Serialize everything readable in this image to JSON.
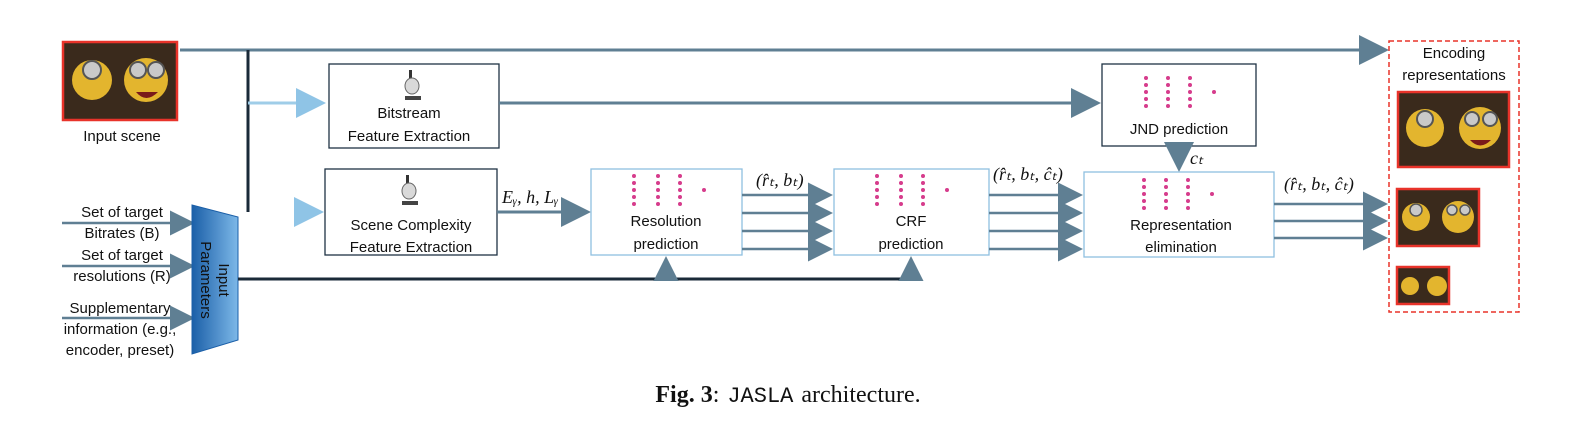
{
  "input_scene": {
    "label": "Input scene"
  },
  "inputs": {
    "bitrates": [
      "Set of target",
      "Bitrates (B)"
    ],
    "resolutions": [
      "Set of target",
      "resolutions (R)"
    ],
    "supplementary": [
      "Supplementary",
      "information (e.g.,",
      "encoder, preset)"
    ],
    "parameters_block": [
      "Input",
      "Parameters"
    ]
  },
  "blocks": {
    "bitstream": [
      "Bitstream",
      "Feature Extraction"
    ],
    "scene_complexity": [
      "Scene Complexity",
      "Feature Extraction"
    ],
    "resolution": [
      "Resolution",
      "prediction"
    ],
    "crf": [
      "CRF",
      "prediction"
    ],
    "jnd": [
      "JND prediction"
    ],
    "elimination": [
      "Representation",
      "elimination"
    ]
  },
  "edge_labels": {
    "features": "Eᵧ, h, Lᵧ",
    "res_out": "(r̂ₜ, bₜ)",
    "crf_out": "(r̂ₜ, bₜ, ĉₜ)",
    "jnd_out": "cₜ",
    "final_out": "(r̂ₜ, bₜ, ĉₜ)"
  },
  "output": {
    "title": [
      "Encoding",
      "representations"
    ]
  },
  "caption": {
    "fig": "Fig. 3",
    "sep": ":",
    "name": "JASLA",
    "rest": "architecture."
  },
  "colors": {
    "arrow_dark": "#5f7f93",
    "arrow_light": "#9fcde8",
    "output_border": "#e8332a",
    "accent_pink": "#d63c8c",
    "param_block": "#2a75c0"
  }
}
